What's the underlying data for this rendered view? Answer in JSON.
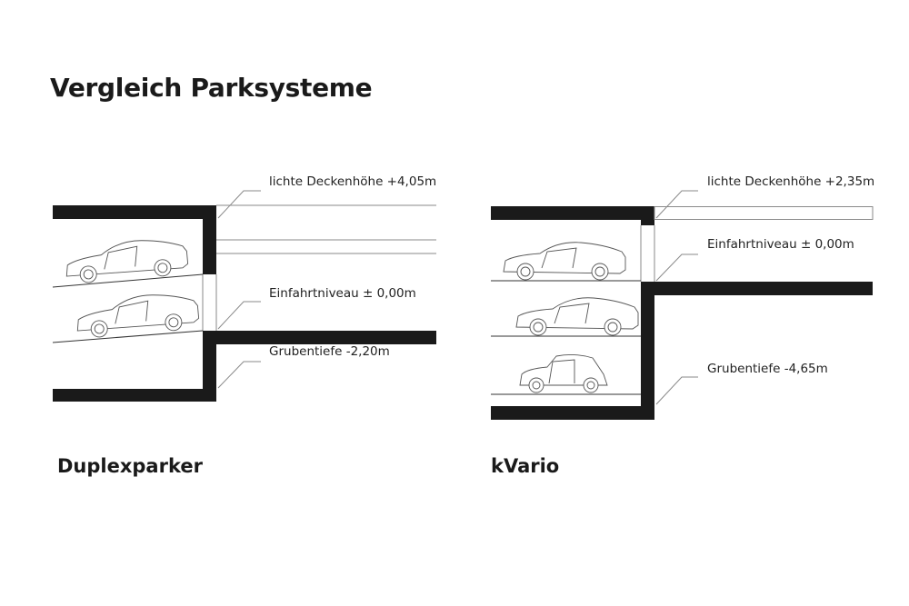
{
  "title": "Vergleich Parksysteme",
  "colors": {
    "wall": "#1a1a1a",
    "line": "#8a8a8a",
    "car": "#555555"
  },
  "systems": [
    {
      "name": "Duplexparker",
      "labels": {
        "ceiling": "lichte Deckenhöhe +4,05m",
        "entry": "Einfahrtniveau  ± 0,00m",
        "pit": "Grubentiefe -2,20m"
      },
      "car_count": 2
    },
    {
      "name": "kVario",
      "labels": {
        "ceiling": "lichte Deckenhöhe +2,35m",
        "entry": "Einfahrtniveau  ± 0,00m",
        "pit": "Grubentiefe -4,65m"
      },
      "car_count": 3
    }
  ]
}
